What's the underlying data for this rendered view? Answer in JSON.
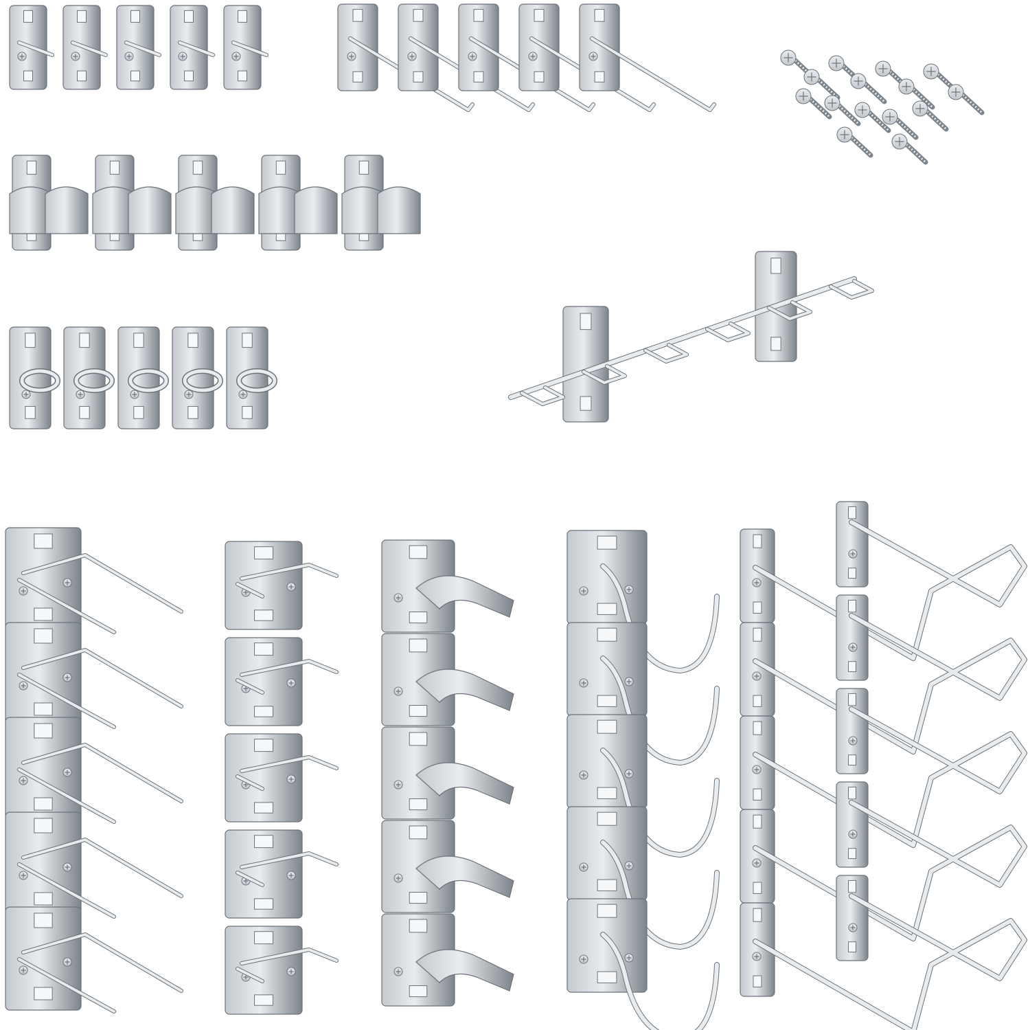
{
  "colors": {
    "background": "#ffffff",
    "steel_light": "#e9ecef",
    "steel_mid": "#c4c9ce",
    "steel_dark": "#7d848b",
    "wire": "#9aa1a8",
    "slot": "#f6f7f8",
    "outline": "#6b7279"
  },
  "groups": [
    {
      "name": "single-prong-hooks-short",
      "count": 5
    },
    {
      "name": "single-prong-hooks-long",
      "count": 5
    },
    {
      "name": "mounting-screws",
      "count": 15
    },
    {
      "name": "spring-clips",
      "count": 5
    },
    {
      "name": "ring-hooks",
      "count": 5
    },
    {
      "name": "multi-tool-rack",
      "count": 1,
      "prongs": 6
    },
    {
      "name": "double-rod-hooks-long",
      "count": 5
    },
    {
      "name": "double-rod-hooks-short",
      "count": 5
    },
    {
      "name": "spring-clip-holders",
      "count": 5
    },
    {
      "name": "curved-j-hooks",
      "count": 5
    },
    {
      "name": "loop-bracket-hooks",
      "count": 5
    }
  ]
}
